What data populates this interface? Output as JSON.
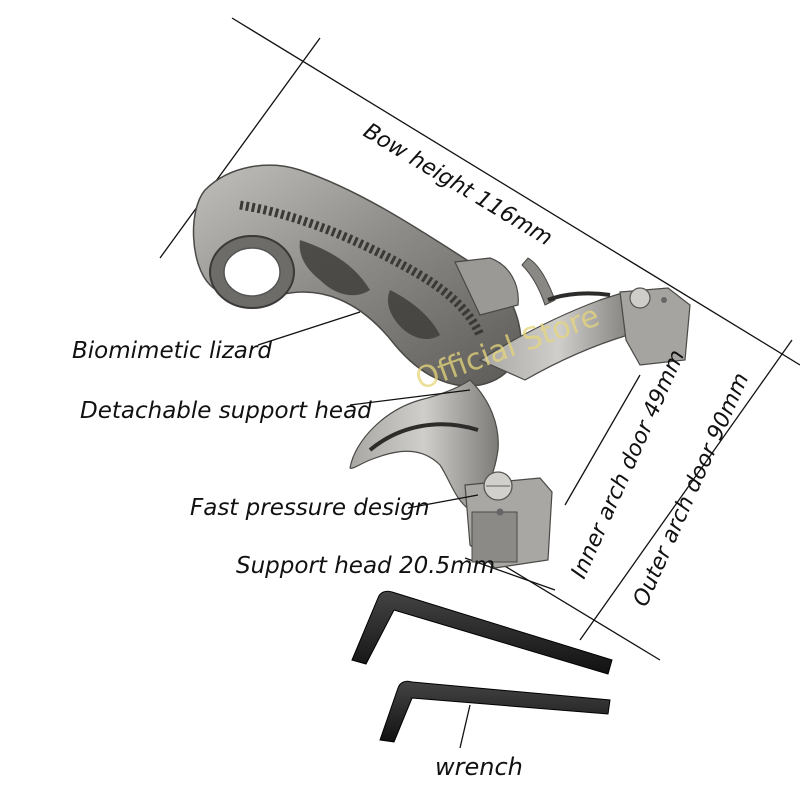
{
  "labels": {
    "bow_height": "Bow height 116mm",
    "biomimetic_lizard": "Biomimetic lizard",
    "detachable_support_head": "Detachable support head",
    "fast_pressure_design": "Fast pressure design",
    "support_head": "Support head 20.5mm",
    "inner_arch_door": "Inner arch door 49mm",
    "outer_arch_door": "Outer arch door 90mm",
    "wrench": "wrench"
  },
  "watermark": "Official Store",
  "colors": {
    "metal": "#8a8885",
    "metal_dark": "#3e3d3b",
    "metal_light": "#b9b7b3",
    "wrench": "#222222",
    "watermark": "#e6d67a"
  }
}
